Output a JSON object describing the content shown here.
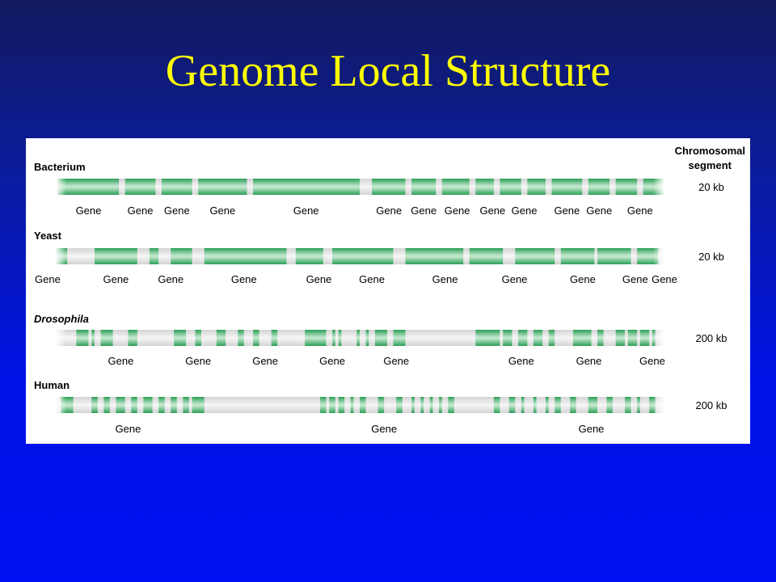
{
  "title": "Genome Local Structure",
  "header": {
    "line1": "Chromosomal",
    "line2": "segment"
  },
  "colors": {
    "background": "#0012e6",
    "title": "#ffff00",
    "gene": "#1f9a5a",
    "chromosome": "#e6e6e6"
  },
  "gene_label": "Gene",
  "tracks": [
    {
      "organism": "Bacterium",
      "italic": false,
      "segment": "20 kb",
      "genes": [
        0.005,
        0.105,
        0.115,
        0.165,
        0.175,
        0.225,
        0.235,
        0.315,
        0.325,
        0.5,
        0.52,
        0.575,
        0.585,
        0.625,
        0.635,
        0.68,
        0.69,
        0.72,
        0.73,
        0.765,
        0.775,
        0.805,
        0.815,
        0.865,
        0.875,
        0.91,
        0.92,
        0.955,
        0.965,
        1.0
      ],
      "labels": [
        {
          "text": "Gene",
          "at": 0.055
        },
        {
          "text": "Gene",
          "at": 0.14
        },
        {
          "text": "Gene",
          "at": 0.2
        },
        {
          "text": "Gene",
          "at": 0.275
        },
        {
          "text": "Gene",
          "at": 0.412
        },
        {
          "text": "Gene",
          "at": 0.548
        },
        {
          "text": "Gene",
          "at": 0.605
        },
        {
          "text": "Gene",
          "at": 0.66
        },
        {
          "text": "Gene",
          "at": 0.718
        },
        {
          "text": "Gene",
          "at": 0.77
        },
        {
          "text": "Gene",
          "at": 0.84
        },
        {
          "text": "Gene",
          "at": 0.893
        },
        {
          "text": "Gene",
          "at": 0.96
        }
      ]
    },
    {
      "organism": "Yeast",
      "italic": false,
      "segment": "20 kb",
      "genes": [
        0.0,
        0.02,
        0.065,
        0.135,
        0.155,
        0.17,
        0.19,
        0.225,
        0.245,
        0.38,
        0.395,
        0.44,
        0.455,
        0.555,
        0.575,
        0.67,
        0.68,
        0.735,
        0.755,
        0.82,
        0.83,
        0.885,
        0.89,
        0.945,
        0.955,
        0.99
      ],
      "labels": [
        {
          "text": "Gene",
          "at": -0.012
        },
        {
          "text": "Gene",
          "at": 0.1
        },
        {
          "text": "Gene",
          "at": 0.19
        },
        {
          "text": "Gene",
          "at": 0.31
        },
        {
          "text": "Gene",
          "at": 0.433
        },
        {
          "text": "Gene",
          "at": 0.52
        },
        {
          "text": "Gene",
          "at": 0.64
        },
        {
          "text": "Gene",
          "at": 0.754
        },
        {
          "text": "Gene",
          "at": 0.866
        },
        {
          "text": "Gene",
          "at": 0.952
        },
        {
          "text": "Gene",
          "at": 1.0
        }
      ]
    },
    {
      "organism": "Drosophila",
      "italic": true,
      "segment": "200 kb",
      "genes": [
        0.035,
        0.055,
        0.06,
        0.065,
        0.075,
        0.095,
        0.12,
        0.135,
        0.195,
        0.215,
        0.23,
        0.24,
        0.265,
        0.28,
        0.3,
        0.31,
        0.325,
        0.335,
        0.355,
        0.365,
        0.41,
        0.445,
        0.455,
        0.46,
        0.465,
        0.47,
        0.495,
        0.5,
        0.51,
        0.515,
        0.525,
        0.545,
        0.555,
        0.575,
        0.69,
        0.73,
        0.735,
        0.75,
        0.76,
        0.775,
        0.785,
        0.8,
        0.81,
        0.82,
        0.85,
        0.88,
        0.89,
        0.9,
        0.92,
        0.935,
        0.94,
        0.955,
        0.96,
        0.975,
        0.98,
        0.985
      ],
      "labels": [
        {
          "text": "Gene",
          "at": 0.108
        },
        {
          "text": "Gene",
          "at": 0.235
        },
        {
          "text": "Gene",
          "at": 0.345
        },
        {
          "text": "Gene",
          "at": 0.455
        },
        {
          "text": "Gene",
          "at": 0.56
        },
        {
          "text": "Gene",
          "at": 0.765
        },
        {
          "text": "Gene",
          "at": 0.876
        },
        {
          "text": "Gene",
          "at": 0.98
        }
      ]
    },
    {
      "organism": "Human",
      "italic": false,
      "segment": "200 kb",
      "genes": [
        0.01,
        0.03,
        0.06,
        0.07,
        0.08,
        0.09,
        0.1,
        0.115,
        0.125,
        0.135,
        0.145,
        0.16,
        0.17,
        0.18,
        0.19,
        0.2,
        0.21,
        0.22,
        0.225,
        0.245,
        0.435,
        0.445,
        0.45,
        0.46,
        0.465,
        0.475,
        0.485,
        0.49,
        0.5,
        0.51,
        0.53,
        0.54,
        0.56,
        0.57,
        0.585,
        0.59,
        0.6,
        0.605,
        0.615,
        0.62,
        0.63,
        0.635,
        0.645,
        0.655,
        0.72,
        0.73,
        0.745,
        0.755,
        0.765,
        0.77,
        0.785,
        0.79,
        0.805,
        0.81,
        0.82,
        0.83,
        0.845,
        0.855,
        0.875,
        0.89,
        0.905,
        0.915,
        0.935,
        0.945,
        0.955,
        0.96,
        0.975,
        0.985
      ],
      "labels": [
        {
          "text": "Gene",
          "at": 0.12
        },
        {
          "text": "Gene",
          "at": 0.54
        },
        {
          "text": "Gene",
          "at": 0.88
        }
      ]
    }
  ]
}
